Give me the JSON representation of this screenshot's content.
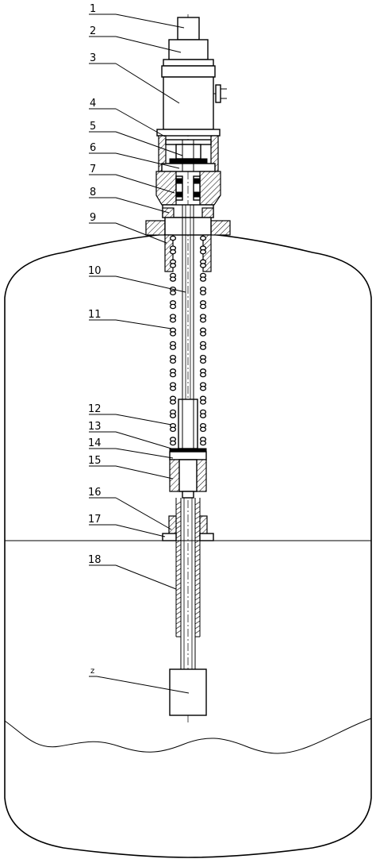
{
  "labels": [
    {
      "id": "1",
      "text": "1"
    },
    {
      "id": "2",
      "text": "2"
    },
    {
      "id": "3",
      "text": "3"
    },
    {
      "id": "4",
      "text": "4"
    },
    {
      "id": "5",
      "text": "5"
    },
    {
      "id": "6",
      "text": "6"
    },
    {
      "id": "7",
      "text": "7"
    },
    {
      "id": "8",
      "text": "8"
    },
    {
      "id": "9",
      "text": "9"
    },
    {
      "id": "10",
      "text": "10"
    },
    {
      "id": "11",
      "text": "11"
    },
    {
      "id": "12",
      "text": "12"
    },
    {
      "id": "13",
      "text": "13"
    },
    {
      "id": "14",
      "text": "14"
    },
    {
      "id": "15",
      "text": "15"
    },
    {
      "id": "16",
      "text": "16"
    },
    {
      "id": "17",
      "text": "17"
    },
    {
      "id": "18",
      "text": "18"
    },
    {
      "id": "z",
      "text": "z"
    }
  ]
}
